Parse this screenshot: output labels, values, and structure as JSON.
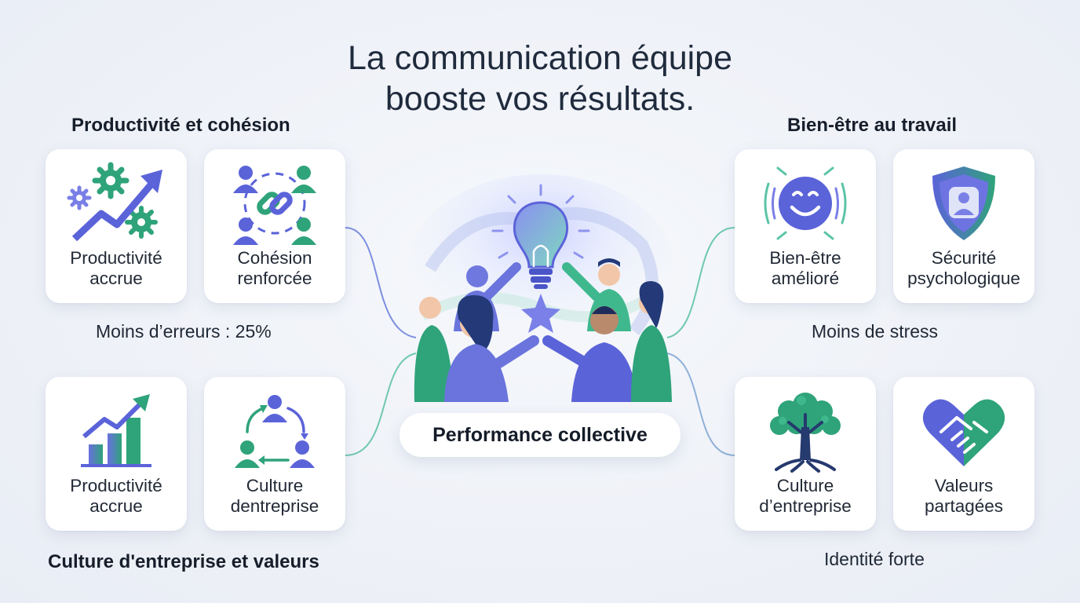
{
  "title": {
    "line1": "La communication équipe",
    "line2": "booste vos résultats."
  },
  "sections": {
    "top_left": "Productivité et cohésion",
    "top_right": "Bien-être au travail",
    "bottom_left": "Culture d'entreprise et valeurs"
  },
  "captions": {
    "top_left": "Moins d’erreurs : 25%",
    "top_right": "Moins de stress",
    "bottom_right": "Identité forte"
  },
  "cards": {
    "productivite_1": {
      "line1": "Productivité",
      "line2": "accrue",
      "icon": "gears-growth-arrow-icon"
    },
    "cohesion": {
      "line1": "Cohésion",
      "line2": "renforcée",
      "icon": "team-link-icon"
    },
    "productivite_2": {
      "line1": "Productivité",
      "line2": "accrue",
      "icon": "bar-chart-growth-icon"
    },
    "culture_1": {
      "line1": "Culture",
      "line2": "dentreprise",
      "icon": "people-cycle-icon"
    },
    "bien_etre": {
      "line1": "Bien-être",
      "line2": "amélioré",
      "icon": "smiley-face-icon"
    },
    "securite": {
      "line1": "Sécurité",
      "line2": "psychologique",
      "icon": "shield-user-icon"
    },
    "culture_2": {
      "line1": "Culture",
      "line2": "d’entreprise",
      "icon": "tree-icon"
    },
    "valeurs": {
      "line1": "Valeurs",
      "line2": "partagées",
      "icon": "heart-handshake-icon"
    }
  },
  "center": {
    "label": "Performance collective",
    "icon": "team-lightbulb-illustration-icon"
  },
  "colors": {
    "indigo": "#5b63d9",
    "green": "#2fa37a",
    "navy": "#243a78",
    "connector": "#8fa4d8"
  }
}
